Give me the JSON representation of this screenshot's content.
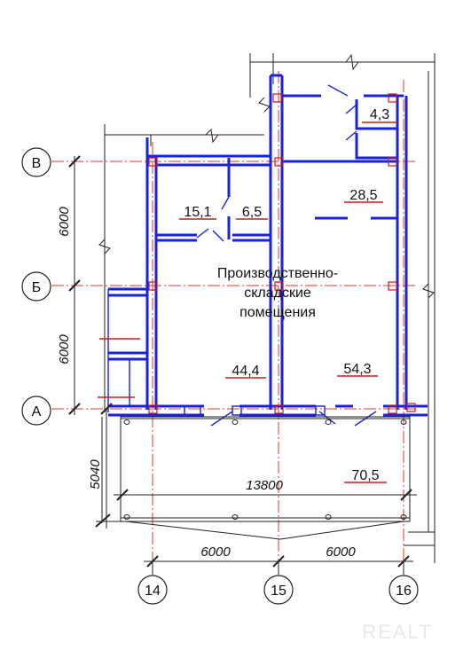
{
  "axes": {
    "rows": [
      "В",
      "Б",
      "А"
    ],
    "columns": [
      "14",
      "15",
      "16"
    ]
  },
  "dimensions": {
    "row_bc": "6000",
    "row_ab": "6000",
    "canopy_depth": "5040",
    "canopy_length": "13800",
    "col_1415": "6000",
    "col_1516": "6000"
  },
  "rooms": {
    "r1": "4,3",
    "r2": "15,1",
    "r3": "6,5",
    "r4": "28,5",
    "r5": "44,4",
    "r6": "54,3",
    "r7": "70,5"
  },
  "title_lines": [
    "Производственно-",
    "складские",
    "помещения"
  ],
  "watermark": "REALT"
}
